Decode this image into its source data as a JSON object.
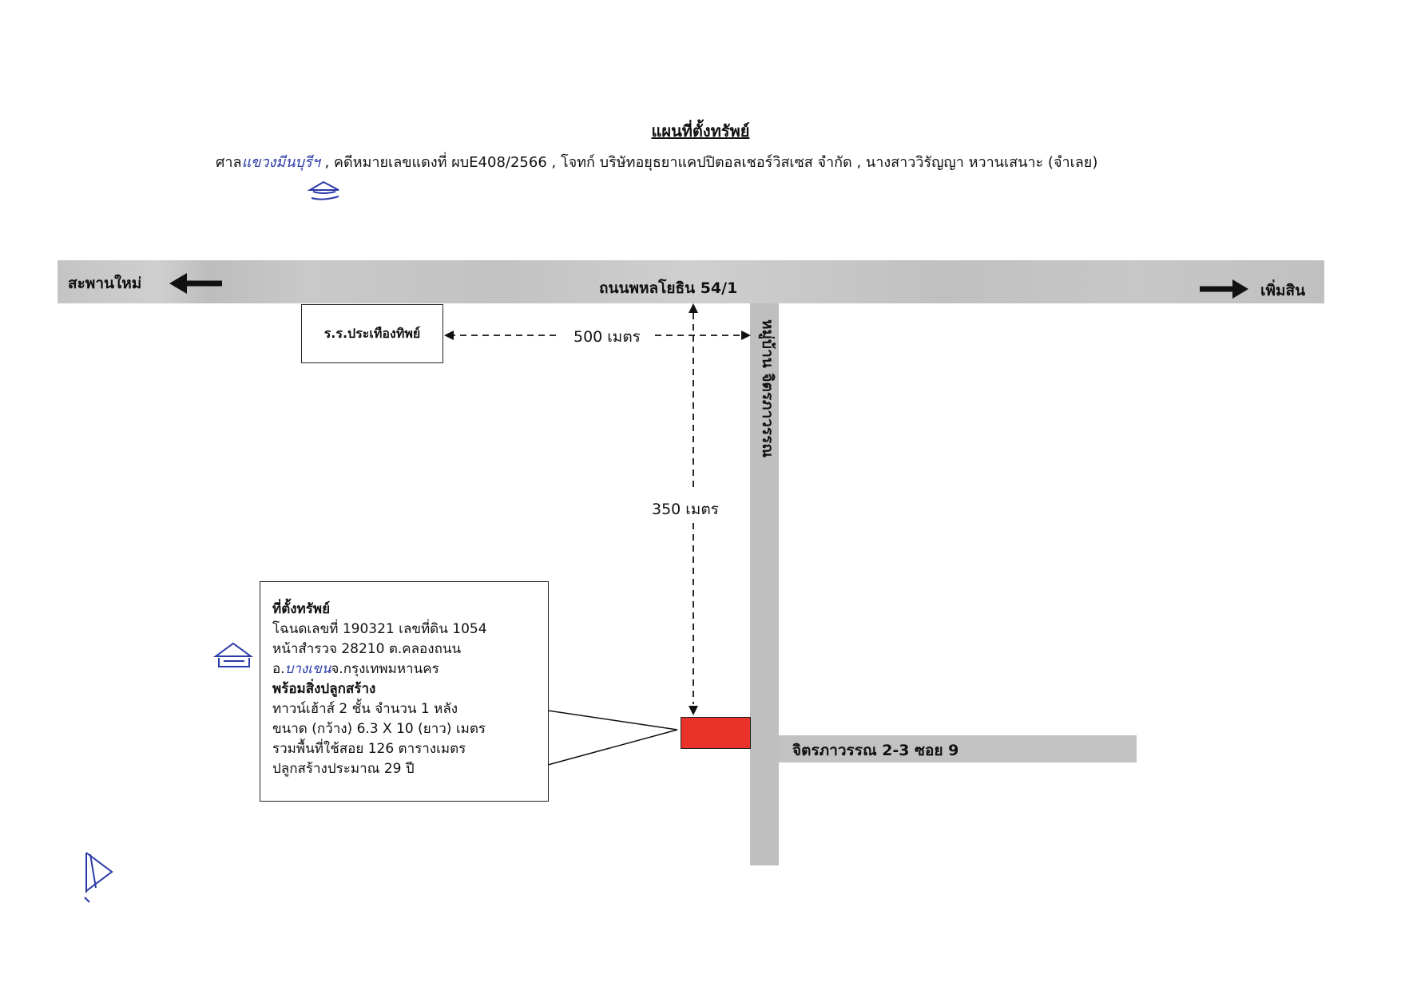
{
  "title": "แผนที่ตั้งทรัพย์",
  "header": {
    "court_prefix": "ศาล",
    "court_handwritten": "แขวงมีนบุรีฯ",
    "case_text": " , คดีหมายเลขแดงที่ ผบE408/2566 , โจทก์  บริษัทอยุธยาแคปปิตอลเชอร์วิสเซส  จำกัด , นางสาววิรัญญา  หวานเสนาะ (จำเลย)"
  },
  "roads": {
    "main_road": "ถนนพหลโยธิน 54/1",
    "west_direction": "สะพานใหม่",
    "east_direction": "เพิ่มสิน",
    "village_road": "หมู่บ้าน จิตรภาวรรณ",
    "soi": "จิตรภาวรรณ 2-3 ซอย 9"
  },
  "landmark": "ร.ร.ประเทืองทิพย์",
  "distances": {
    "horizontal": "500 เมตร",
    "vertical": "350 เมตร"
  },
  "info": {
    "heading": "ที่ตั้งทรัพย์",
    "line1": "โฉนดเลขที่ 190321 เลขที่ดิน 1054",
    "line2": "หน้าสำรวจ 28210 ต.คลองถนน",
    "line3_prefix": "อ.",
    "line3_handwritten": "บางเขน",
    "line3_suffix": "จ.กรุงเทพมหานคร",
    "subheading": "พร้อมสิ่งปลูกสร้าง",
    "line4": "ทาวน์เฮ้าส์ 2 ชั้น จำนวน 1 หลัง",
    "line5": "ขนาด (กว้าง) 6.3 X 10 (ยาว) เมตร",
    "line6": "รวมพื้นที่ใช้สอย 126 ตารางเมตร",
    "line7": "ปลูกสร้างประมาณ 29 ปี"
  },
  "colors": {
    "road": "#bfbfbf",
    "property": "#e8322a",
    "ink": "#2a3aa8"
  }
}
